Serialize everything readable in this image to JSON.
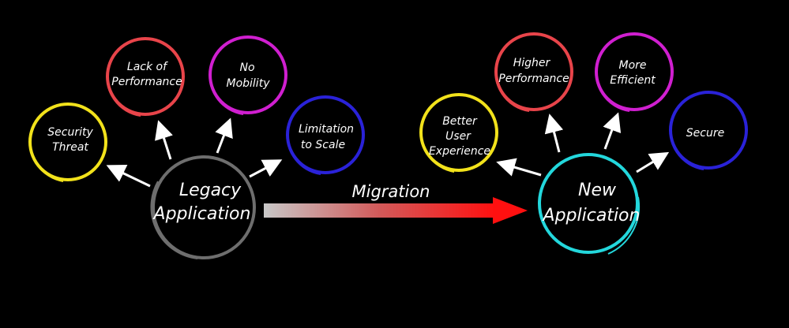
{
  "colors": {
    "background": "#000000",
    "yellow": "#f2e21b",
    "red": "#e8444a",
    "magenta": "#d01fd0",
    "blue": "#2a22d8",
    "grey": "#6e6e6e",
    "cyan": "#23d7dc",
    "arrow_red": "#ee1111",
    "arrow_grey": "#9a9a9a"
  },
  "legacy": {
    "center_label": [
      "Legacy",
      "Application"
    ],
    "issues": [
      {
        "lines": [
          "Security",
          "Threat"
        ]
      },
      {
        "lines": [
          "Lack of",
          "Performance"
        ]
      },
      {
        "lines": [
          "No",
          "Mobility"
        ]
      },
      {
        "lines": [
          "Limitation",
          "to Scale"
        ]
      }
    ]
  },
  "migration": {
    "label": "Migration"
  },
  "new": {
    "center_label": [
      "New",
      "Application"
    ],
    "benefits": [
      {
        "lines": [
          "Better",
          "User",
          "Experience"
        ]
      },
      {
        "lines": [
          "Higher",
          "Performance"
        ]
      },
      {
        "lines": [
          "More",
          "Efficient"
        ]
      },
      {
        "lines": [
          "Secure"
        ]
      }
    ]
  }
}
